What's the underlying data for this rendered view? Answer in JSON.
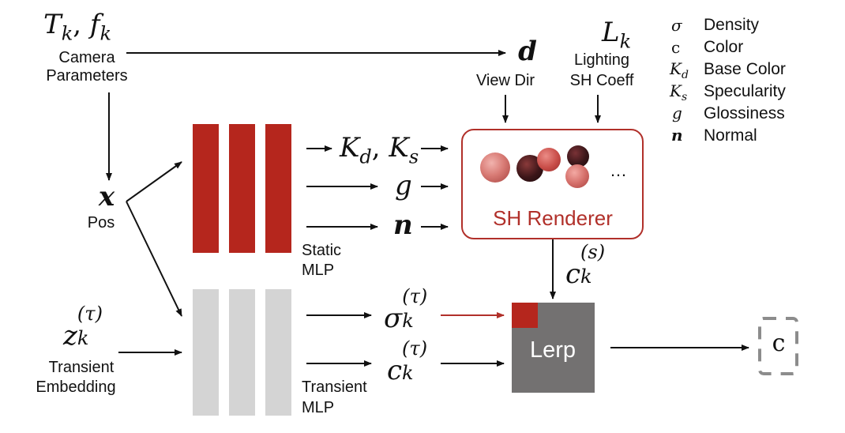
{
  "inputs": {
    "camera": {
      "symbol_T": "T",
      "sub_T": "k",
      "symbol_f": "f",
      "sub_f": "k",
      "label_line1": "Camera",
      "label_line2": "Parameters"
    },
    "position": {
      "symbol": "x",
      "label": "Pos"
    },
    "transient": {
      "symbol": "z",
      "sup": "(τ)",
      "sub": "k",
      "label_line1": "Transient",
      "label_line2": "Embedding"
    }
  },
  "view_dir": {
    "symbol": "d",
    "label": "View Dir"
  },
  "lighting": {
    "symbol": "L",
    "sub": "k",
    "label_line1": "Lighting",
    "label_line2": "SH Coeff"
  },
  "static_mlp": {
    "label_line1": "Static",
    "label_line2": "MLP",
    "outputs": {
      "kd": "K",
      "kd_sub": "d",
      "ks": "K",
      "ks_sub": "s",
      "g": "g",
      "n": "n"
    }
  },
  "transient_mlp": {
    "label_line1": "Transient",
    "label_line2": "MLP",
    "outputs": {
      "sigma": "σ",
      "sigma_sup": "(τ)",
      "sigma_sub": "k",
      "c": "c",
      "c_sup": "(τ)",
      "c_sub": "k"
    }
  },
  "sh_renderer": {
    "label": "SH Renderer",
    "ellipsis": "…"
  },
  "static_color": {
    "symbol": "c",
    "sup": "(s)",
    "sub": "k"
  },
  "lerp": {
    "label": "Lerp"
  },
  "output": {
    "symbol": "c"
  },
  "legend": [
    {
      "symbol": "σ",
      "label": "Density"
    },
    {
      "symbol": "c",
      "label": "Color"
    },
    {
      "symbol": "K",
      "sub": "d",
      "label": "Base Color"
    },
    {
      "symbol": "K",
      "sub": "s",
      "label": "Specularity"
    },
    {
      "symbol": "g",
      "label": "Glossiness"
    },
    {
      "symbol": "n",
      "label": "Normal"
    }
  ],
  "colors": {
    "static_mlp": "#b5261d",
    "transient_mlp": "#d4d4d4",
    "renderer_border": "#b1302a",
    "lerp": "#737171",
    "density_arrow": "#b1302a",
    "output_box": "#8c8c8c"
  }
}
